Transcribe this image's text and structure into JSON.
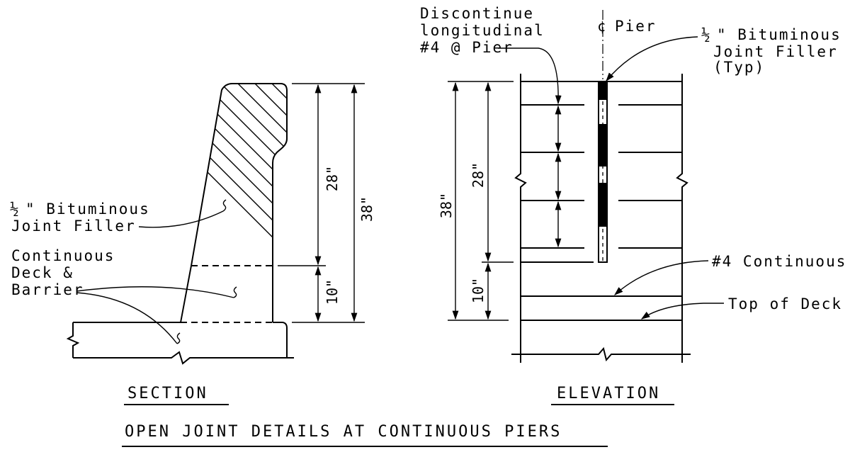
{
  "section_view": {
    "title": "SECTION",
    "filler_note": {
      "fraction": "½",
      "line1": "\" Bituminous",
      "line2": "Joint Filler"
    },
    "continuous_note": {
      "line1": "Continuous",
      "line2": "Deck &",
      "line3": "Barrier"
    },
    "dim_28": "28\"",
    "dim_10": "10\"",
    "dim_38": "38\""
  },
  "elevation_view": {
    "title": "ELEVATION",
    "discontinue_note": {
      "line1": "Discontinue",
      "line2": "longitudinal",
      "line3": "#4 @ Pier"
    },
    "pier_cl_label": "Pier",
    "filler_note": {
      "fraction": "½",
      "line1": "\" Bituminous",
      "line2": "Joint Filler",
      "line3": "(Typ)"
    },
    "continuous_bar_label": "#4 Continuous",
    "top_of_deck_label": "Top of Deck",
    "dim_38": "38\"",
    "dim_28": "28\"",
    "dim_10": "10\""
  },
  "sheet_title": "OPEN JOINT DETAILS AT CONTINUOUS PIERS"
}
